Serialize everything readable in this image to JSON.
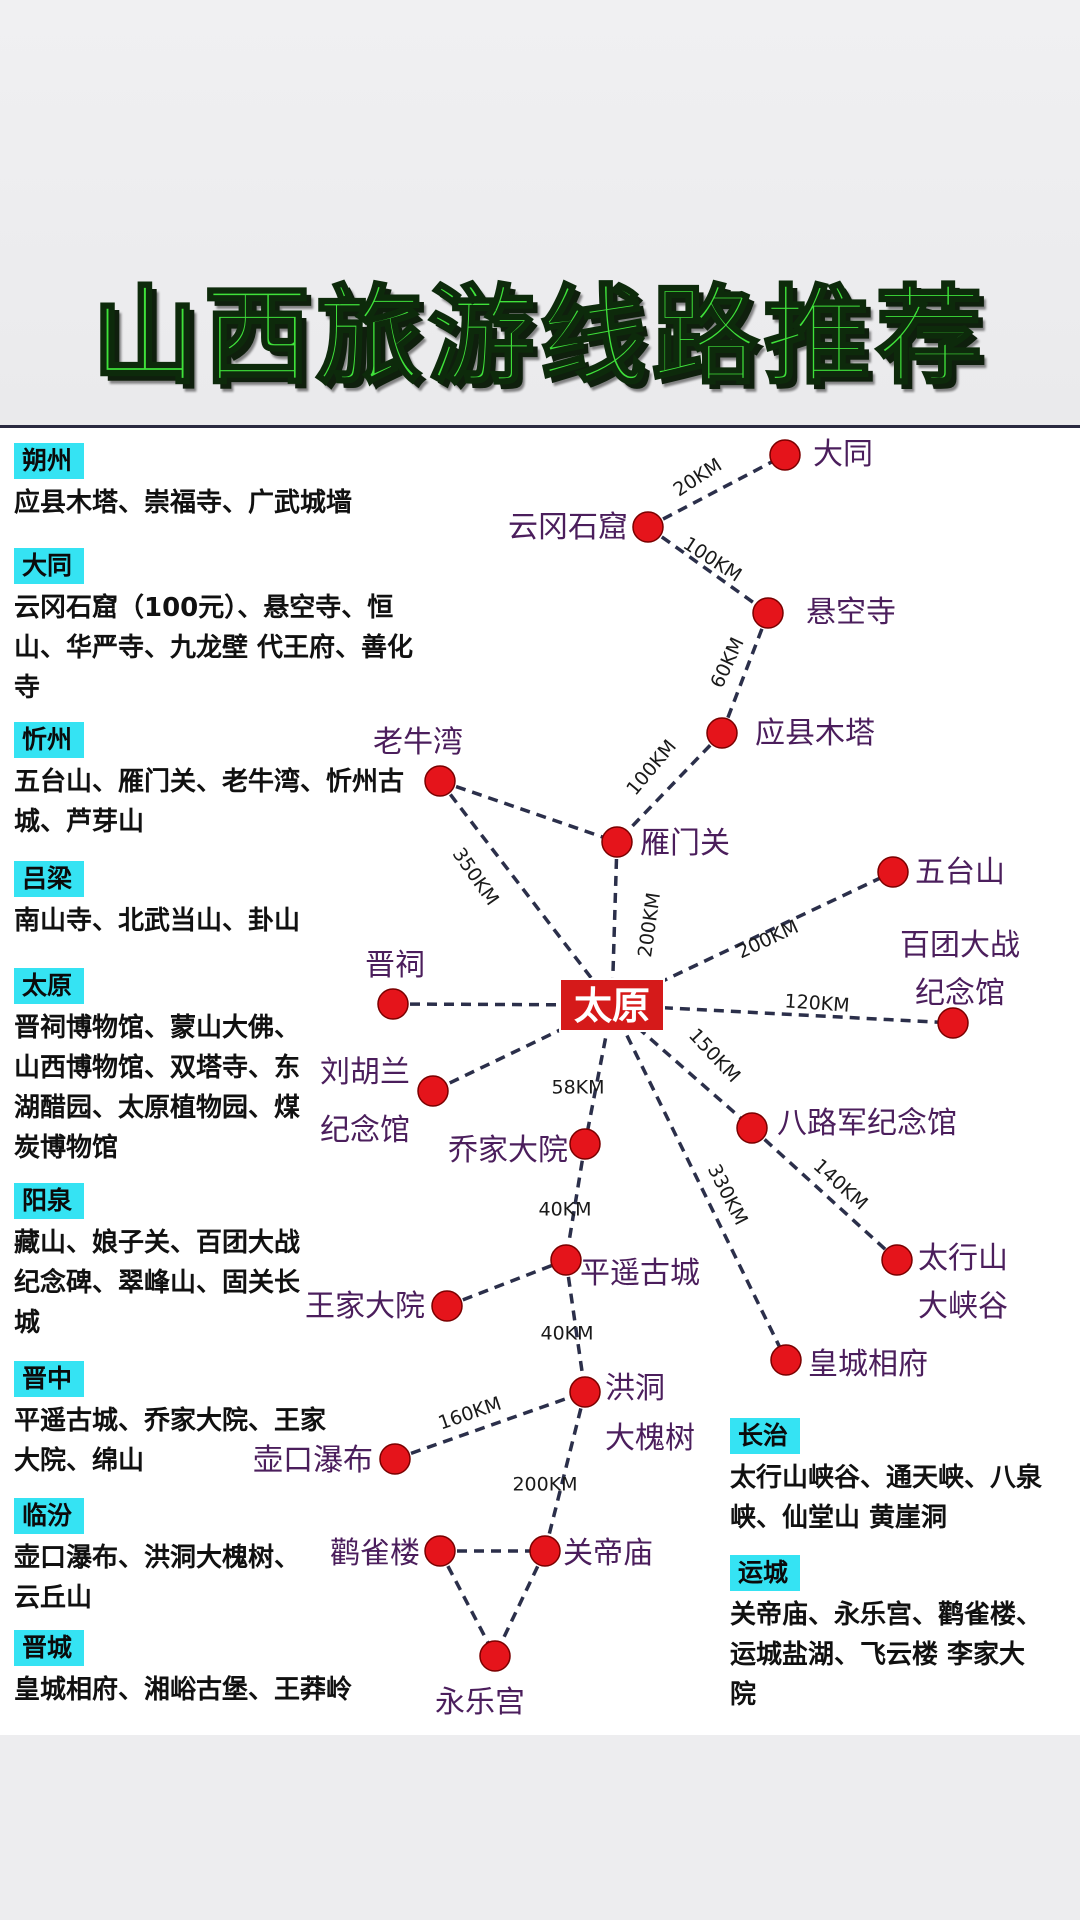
{
  "title": "山西旅游线路推荐",
  "colors": {
    "title_fill": "#3fe23a",
    "region_badge": "#35e3f3",
    "node": "#e5141b",
    "node_label": "#4b1e5c",
    "hub_bg": "#d51a1a"
  },
  "regions_left": [
    {
      "name": "朔州",
      "desc": "应县木塔、崇福寺、广武城墙"
    },
    {
      "name": "大同",
      "desc": "云冈石窟（100元）、悬空寺、恒山、华严寺、九龙壁 代王府、善化寺"
    },
    {
      "name": "忻州",
      "desc": "五台山、雁门关、老牛湾、忻州古城、芦芽山"
    },
    {
      "name": "吕梁",
      "desc": "南山寺、北武当山、卦山"
    },
    {
      "name": "太原",
      "desc": "晋祠博物馆、蒙山大佛、山西博物馆、双塔寺、东湖醋园、太原植物园、煤炭博物馆"
    },
    {
      "name": "阳泉",
      "desc": "藏山、娘子关、百团大战纪念碑、翠峰山、固关长城"
    },
    {
      "name": "晋中",
      "desc": "平遥古城、乔家大院、王家大院、绵山"
    },
    {
      "name": "临汾",
      "desc": "壶口瀑布、洪洞大槐树、云丘山"
    },
    {
      "name": "晋城",
      "desc": "皇城相府、湘峪古堡、王莽岭"
    }
  ],
  "regions_right": [
    {
      "name": "长治",
      "desc": "太行山峡谷、通天峡、八泉峡、仙堂山 黄崖洞"
    },
    {
      "name": "运城",
      "desc": "关帝庙、永乐宫、鹳雀楼、运城盐湖、飞云楼 李家大院"
    }
  ],
  "hub": {
    "id": "taiyuan",
    "label": "太原"
  },
  "nodes": [
    {
      "id": "datong",
      "label": [
        "大同"
      ]
    },
    {
      "id": "yungang",
      "label": [
        "云冈石窟"
      ]
    },
    {
      "id": "xuankong",
      "label": [
        "悬空寺"
      ]
    },
    {
      "id": "yingxian",
      "label": [
        "应县木塔"
      ]
    },
    {
      "id": "laoniuwan",
      "label": [
        "老牛湾"
      ]
    },
    {
      "id": "yanmen",
      "label": [
        "雁门关"
      ]
    },
    {
      "id": "wutai",
      "label": [
        "五台山"
      ]
    },
    {
      "id": "baituan",
      "label": [
        "百团大战",
        "纪念馆"
      ]
    },
    {
      "id": "jinci",
      "label": [
        "晋祠"
      ]
    },
    {
      "id": "liuhulan",
      "label": [
        "刘胡兰",
        "纪念馆"
      ]
    },
    {
      "id": "qiaojia",
      "label": [
        "乔家大院"
      ]
    },
    {
      "id": "balujun",
      "label": [
        "八路军纪念馆"
      ]
    },
    {
      "id": "taihang",
      "label": [
        "太行山",
        "大峡谷"
      ]
    },
    {
      "id": "pingyao",
      "label": [
        "平遥古城"
      ]
    },
    {
      "id": "wangjia",
      "label": [
        "王家大院"
      ]
    },
    {
      "id": "huangcheng",
      "label": [
        "皇城相府"
      ]
    },
    {
      "id": "hongdong",
      "label": [
        "洪洞",
        "大槐树"
      ]
    },
    {
      "id": "hukou",
      "label": [
        "壶口瀑布"
      ]
    },
    {
      "id": "guandi",
      "label": [
        "关帝庙"
      ]
    },
    {
      "id": "guanque",
      "label": [
        "鹳雀楼"
      ]
    },
    {
      "id": "yongle",
      "label": [
        "永乐宫"
      ]
    }
  ],
  "edges": [
    {
      "from": "yungang",
      "to": "datong",
      "distance": "20KM"
    },
    {
      "from": "yungang",
      "to": "xuankong",
      "distance": "100KM"
    },
    {
      "from": "xuankong",
      "to": "yingxian",
      "distance": "60KM"
    },
    {
      "from": "yingxian",
      "to": "yanmen",
      "distance": "100KM"
    },
    {
      "from": "laoniuwan",
      "to": "yanmen",
      "distance": ""
    },
    {
      "from": "laoniuwan",
      "to": "taiyuan",
      "distance": "350KM"
    },
    {
      "from": "yanmen",
      "to": "taiyuan",
      "distance": "200KM"
    },
    {
      "from": "taiyuan",
      "to": "wutai",
      "distance": "200KM"
    },
    {
      "from": "taiyuan",
      "to": "baituan",
      "distance": "120KM"
    },
    {
      "from": "jinci",
      "to": "taiyuan",
      "distance": ""
    },
    {
      "from": "taiyuan",
      "to": "liuhulan",
      "distance": ""
    },
    {
      "from": "taiyuan",
      "to": "qiaojia",
      "distance": "58KM"
    },
    {
      "from": "taiyuan",
      "to": "balujun",
      "distance": "150KM"
    },
    {
      "from": "balujun",
      "to": "taihang",
      "distance": "140KM"
    },
    {
      "from": "taiyuan",
      "to": "huangcheng",
      "distance": "330KM"
    },
    {
      "from": "qiaojia",
      "to": "pingyao",
      "distance": "40KM"
    },
    {
      "from": "wangjia",
      "to": "pingyao",
      "distance": ""
    },
    {
      "from": "pingyao",
      "to": "hongdong",
      "distance": "40KM"
    },
    {
      "from": "hukou",
      "to": "hongdong",
      "distance": "160KM"
    },
    {
      "from": "hongdong",
      "to": "guandi",
      "distance": "200KM"
    },
    {
      "from": "guanque",
      "to": "guandi",
      "distance": ""
    },
    {
      "from": "guanque",
      "to": "yongle",
      "distance": ""
    },
    {
      "from": "guandi",
      "to": "yongle",
      "distance": ""
    }
  ]
}
